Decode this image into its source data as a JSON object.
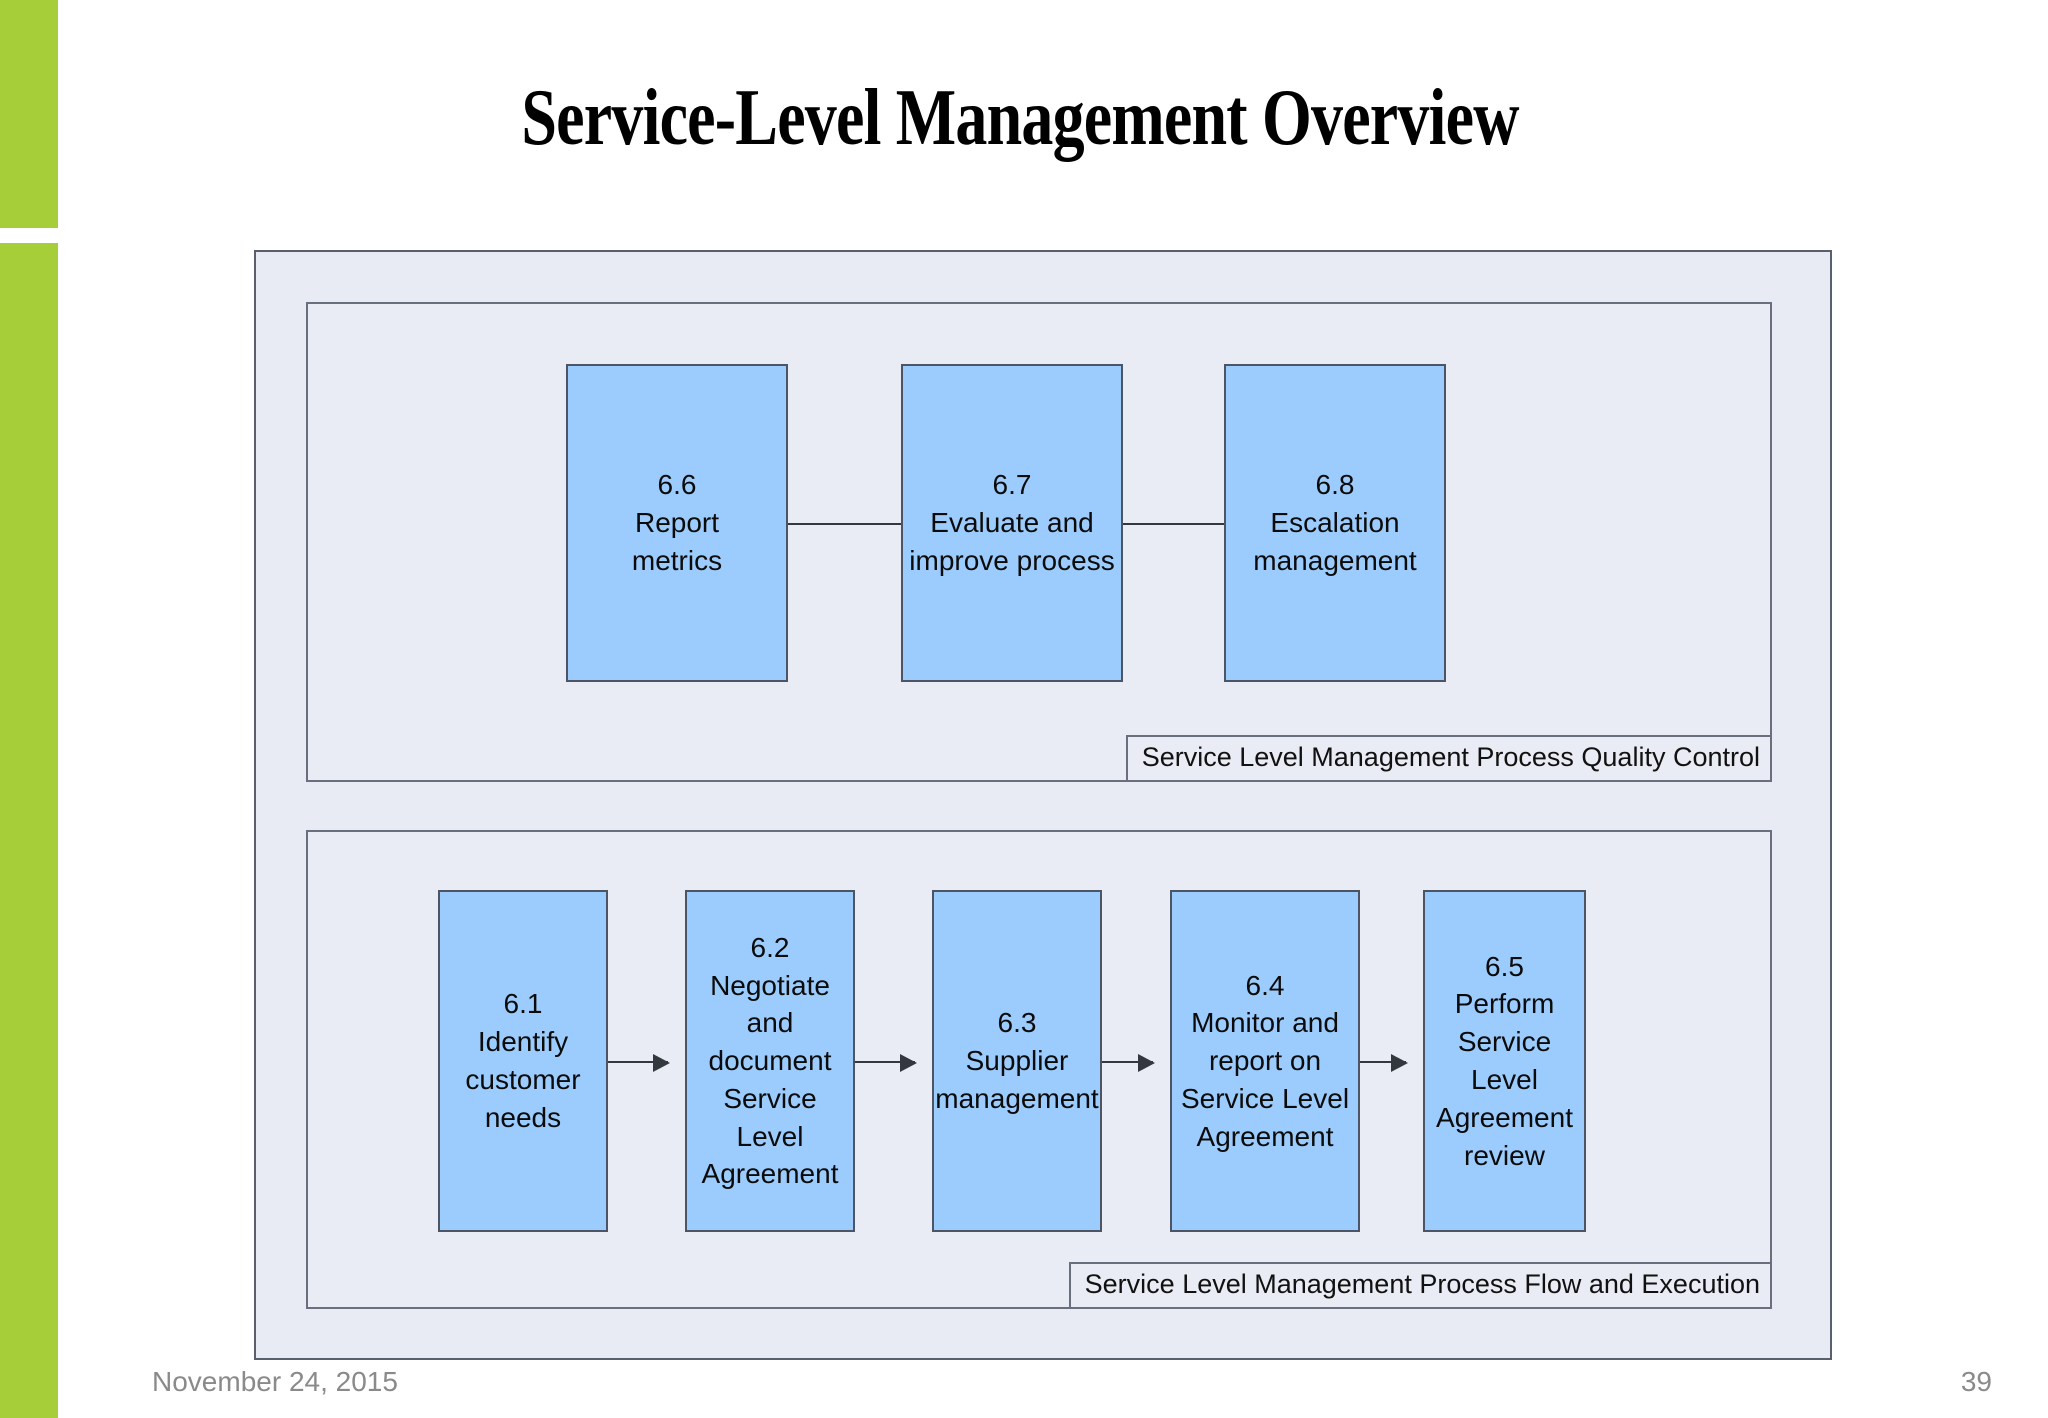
{
  "slide": {
    "title": "Service-Level Management Overview",
    "accent_color": "#A6CE39",
    "box_fill_color": "#9BCCFD",
    "panel_fill_color": "#E8EBF3",
    "border_color": "#5A5F6E"
  },
  "footer": {
    "date": "November 24, 2015",
    "page_number": "39"
  },
  "diagram": {
    "sections": [
      {
        "id": "quality-control",
        "label": "Service Level Management Process Quality Control",
        "boxes": [
          {
            "id": "6.6",
            "number": "6.6",
            "title": "Report metrics",
            "text": "6.6\nReport\nmetrics"
          },
          {
            "id": "6.7",
            "number": "6.7",
            "title": "Evaluate and improve process",
            "text": "6.7\nEvaluate and\nimprove process"
          },
          {
            "id": "6.8",
            "number": "6.8",
            "title": "Escalation management",
            "text": "6.8\nEscalation\nmanagement"
          }
        ],
        "connectors": [
          {
            "from": "6.6",
            "to": "6.7",
            "arrow": false
          },
          {
            "from": "6.7",
            "to": "6.8",
            "arrow": false
          }
        ]
      },
      {
        "id": "flow-and-execution",
        "label": "Service Level Management Process Flow and Execution",
        "boxes": [
          {
            "id": "6.1",
            "number": "6.1",
            "title": "Identify customer needs",
            "text": "6.1\nIdentify\ncustomer\nneeds"
          },
          {
            "id": "6.2",
            "number": "6.2",
            "title": "Negotiate and document Service Level Agreement",
            "text": "6.2\nNegotiate\nand\ndocument\nService\nLevel\nAgreement"
          },
          {
            "id": "6.3",
            "number": "6.3",
            "title": "Supplier management",
            "text": "6.3\nSupplier\nmanagement"
          },
          {
            "id": "6.4",
            "number": "6.4",
            "title": "Monitor and report on Service Level Agreement",
            "text": "6.4\nMonitor and\nreport on\nService Level\nAgreement"
          },
          {
            "id": "6.5",
            "number": "6.5",
            "title": "Perform Service Level Agreement review",
            "text": "6.5\nPerform\nService\nLevel\nAgreement\nreview"
          }
        ],
        "connectors": [
          {
            "from": "6.1",
            "to": "6.2",
            "arrow": true
          },
          {
            "from": "6.2",
            "to": "6.3",
            "arrow": true
          },
          {
            "from": "6.3",
            "to": "6.4",
            "arrow": true
          },
          {
            "from": "6.4",
            "to": "6.5",
            "arrow": true
          }
        ]
      }
    ]
  }
}
